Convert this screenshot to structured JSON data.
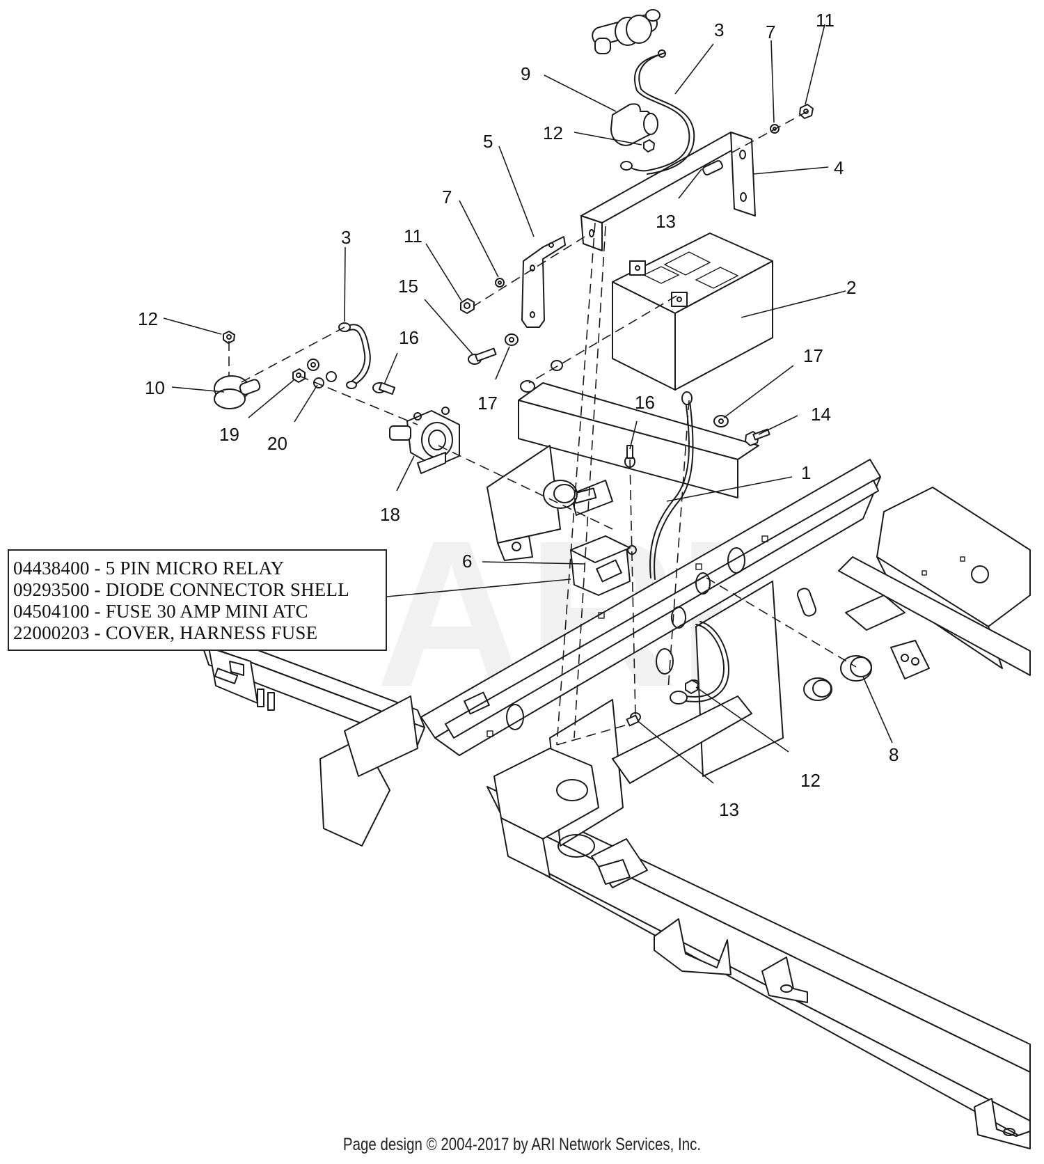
{
  "diagram": {
    "watermark": "ARI",
    "callouts": [
      {
        "id": "c1",
        "label": "1"
      },
      {
        "id": "c2",
        "label": "2"
      },
      {
        "id": "c3a",
        "label": "3"
      },
      {
        "id": "c3b",
        "label": "3"
      },
      {
        "id": "c4",
        "label": "4"
      },
      {
        "id": "c5",
        "label": "5"
      },
      {
        "id": "c6",
        "label": "6"
      },
      {
        "id": "c7a",
        "label": "7"
      },
      {
        "id": "c7b",
        "label": "7"
      },
      {
        "id": "c8",
        "label": "8"
      },
      {
        "id": "c9",
        "label": "9"
      },
      {
        "id": "c10",
        "label": "10"
      },
      {
        "id": "c11a",
        "label": "11"
      },
      {
        "id": "c11b",
        "label": "11"
      },
      {
        "id": "c12a",
        "label": "12"
      },
      {
        "id": "c12b",
        "label": "12"
      },
      {
        "id": "c12c",
        "label": "12"
      },
      {
        "id": "c13a",
        "label": "13"
      },
      {
        "id": "c13b",
        "label": "13"
      },
      {
        "id": "c14",
        "label": "14"
      },
      {
        "id": "c15",
        "label": "15"
      },
      {
        "id": "c16a",
        "label": "16"
      },
      {
        "id": "c16b",
        "label": "16"
      },
      {
        "id": "c17a",
        "label": "17"
      },
      {
        "id": "c17b",
        "label": "17"
      },
      {
        "id": "c18",
        "label": "18"
      },
      {
        "id": "c19",
        "label": "19"
      },
      {
        "id": "c20",
        "label": "20"
      }
    ]
  },
  "legend": {
    "lines": [
      "04438400 - 5 PIN MICRO RELAY",
      "09293500 - DIODE CONNECTOR SHELL",
      "04504100 - FUSE 30 AMP MINI ATC",
      "22000203 - COVER, HARNESS FUSE"
    ]
  },
  "footer": {
    "text": "Page design © 2004-2017 by ARI Network Services, Inc."
  }
}
